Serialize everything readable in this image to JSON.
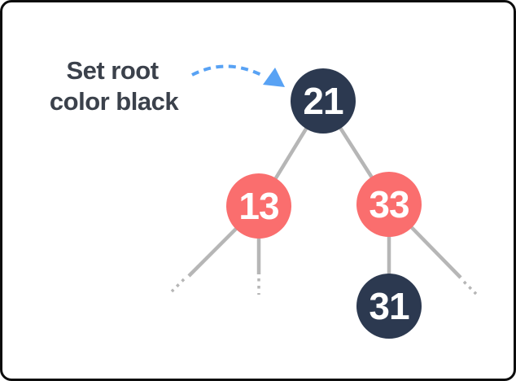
{
  "figure": {
    "description": "Red-black tree diagram with annotation",
    "annotation": {
      "line1": "Set root",
      "line2": "color black"
    },
    "nodes": [
      {
        "label": "21",
        "color_name": "black",
        "role": "root"
      },
      {
        "label": "13",
        "color_name": "red",
        "role": "left-child"
      },
      {
        "label": "33",
        "color_name": "red",
        "role": "right-child"
      },
      {
        "label": "31",
        "color_name": "black",
        "role": "left-child-of-33"
      }
    ]
  },
  "colors": {
    "node_black": "#2c3950",
    "node_red": "#fa6e6e",
    "node_label": "#ffffff",
    "edge": "#b6b6b6",
    "arrow": "#58a2f4",
    "annotation_text": "#3b414b",
    "background": "#ffffff",
    "frame_border": "#0d0d0d"
  }
}
